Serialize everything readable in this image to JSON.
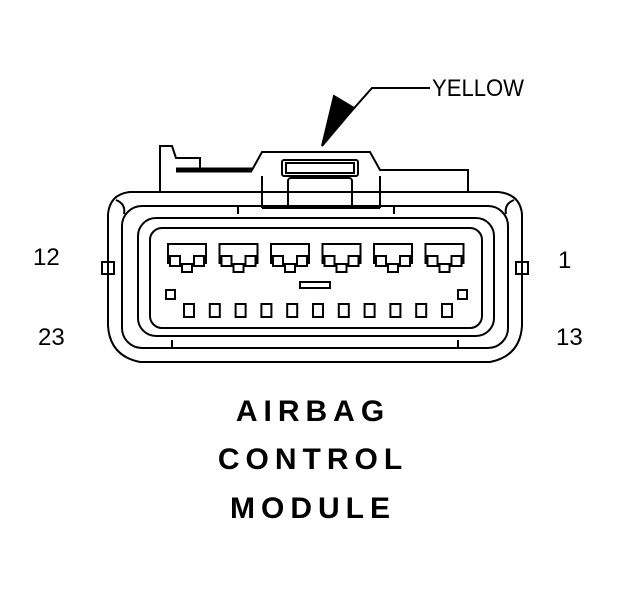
{
  "callout": {
    "label": "YELLOW"
  },
  "pins": {
    "top_left": "12",
    "top_right": "1",
    "bottom_left": "23",
    "bottom_right": "13"
  },
  "title": {
    "line1": "AIRBAG",
    "line2": "CONTROL",
    "line3": "MODULE"
  },
  "colors": {
    "ink": "#000000",
    "background": "#ffffff"
  }
}
